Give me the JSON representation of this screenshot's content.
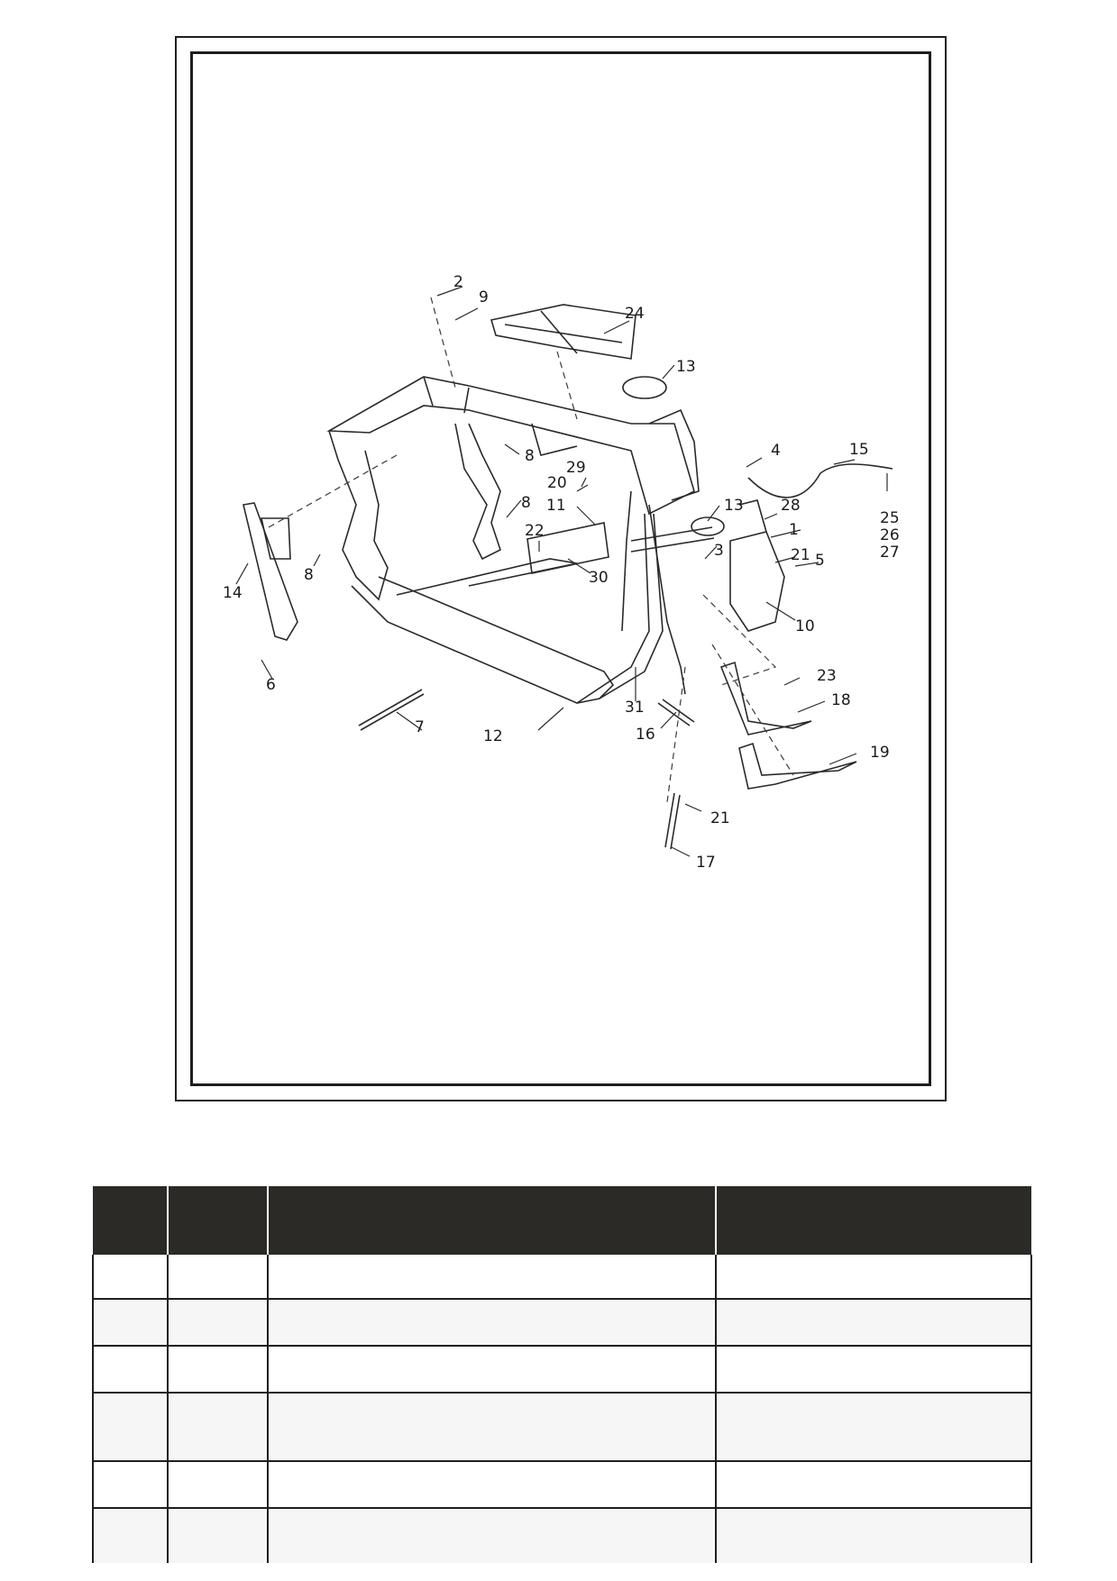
{
  "diagram": {
    "callouts": [
      "1",
      "2",
      "3",
      "4",
      "5",
      "6",
      "7",
      "8",
      "8",
      "8",
      "9",
      "10",
      "11",
      "12",
      "13",
      "13",
      "14",
      "15",
      "16",
      "17",
      "18",
      "19",
      "20",
      "21",
      "21",
      "22",
      "23",
      "24",
      "25",
      "26",
      "27",
      "28",
      "29",
      "30",
      "31"
    ]
  },
  "colors": {
    "header_bg": "#2c2a27",
    "row_alt": "#f6f6f6",
    "line": "#1e1e1e"
  },
  "table": {
    "columns": 4,
    "rows": 6
  }
}
